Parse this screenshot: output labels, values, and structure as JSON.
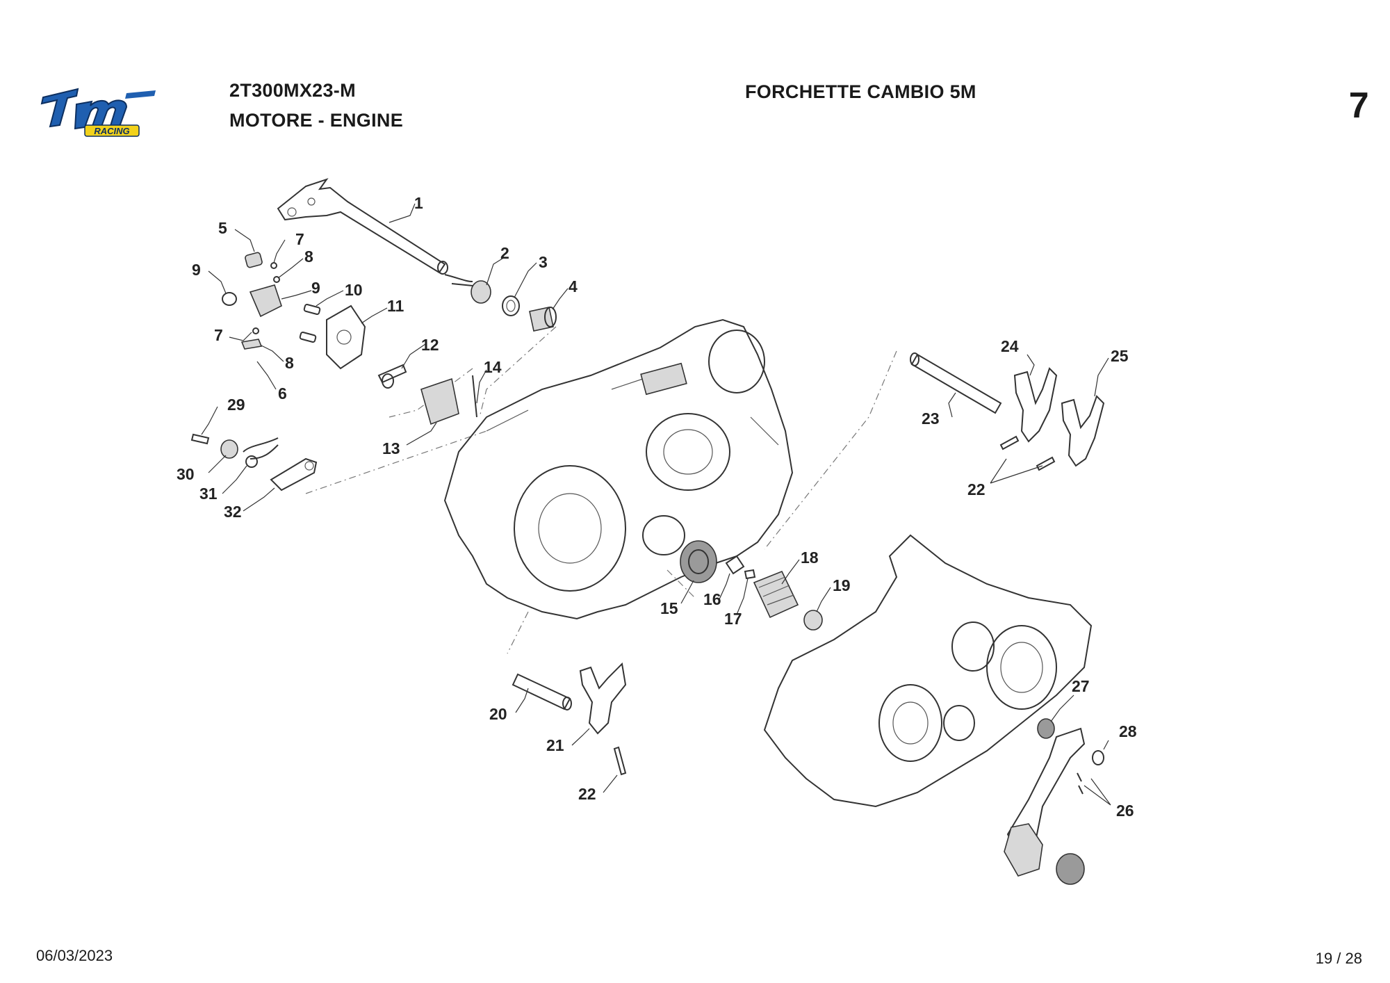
{
  "header": {
    "model": "2T300MX23-M",
    "section": "MOTORE - ENGINE",
    "title": "FORCHETTE CAMBIO 5M",
    "page_number": "7"
  },
  "logo": {
    "brand": "tm",
    "sub": "RACING",
    "colors": {
      "main": "#1f5fb0",
      "accent": "#f2d21b"
    }
  },
  "footer": {
    "date": "06/03/2023",
    "page_of": "19 / 28"
  },
  "labels": [
    "1",
    "2",
    "3",
    "4",
    "5",
    "6",
    "7",
    "7",
    "8",
    "8",
    "9",
    "9",
    "10",
    "11",
    "12",
    "13",
    "14",
    "15",
    "16",
    "17",
    "18",
    "19",
    "20",
    "21",
    "22",
    "22",
    "23",
    "24",
    "25",
    "26",
    "27",
    "28",
    "29",
    "30",
    "31",
    "32"
  ]
}
